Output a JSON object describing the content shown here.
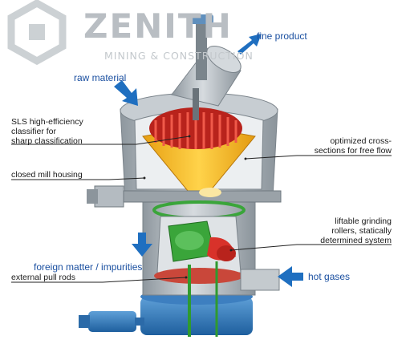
{
  "brand": {
    "name": "ZENITH",
    "subtitle": "MINING & CONSTRUCTION"
  },
  "labels": {
    "fine_product": "fine product",
    "raw_material": "raw material",
    "sls_classifier": "SLS high-efficiency\nclassifier for\nsharp classification",
    "optimized_cross_sections": "optimized cross-\nsections for free flow",
    "closed_mill_housing": "closed mill housing",
    "liftable_rollers": "liftable grinding\nrollers, statically\ndetermined system",
    "foreign_matter": "foreign matter / impurities",
    "hot_gases": "hot gases",
    "external_pull_rods": "external pull rods"
  },
  "colors": {
    "arrow_blue": "#1f6fc0",
    "housing_grey": "#b9c0c6",
    "classifier_red": "#d8322a",
    "cone_yellow": "#f2bb1e",
    "roller_green": "#3aa53a"
  }
}
